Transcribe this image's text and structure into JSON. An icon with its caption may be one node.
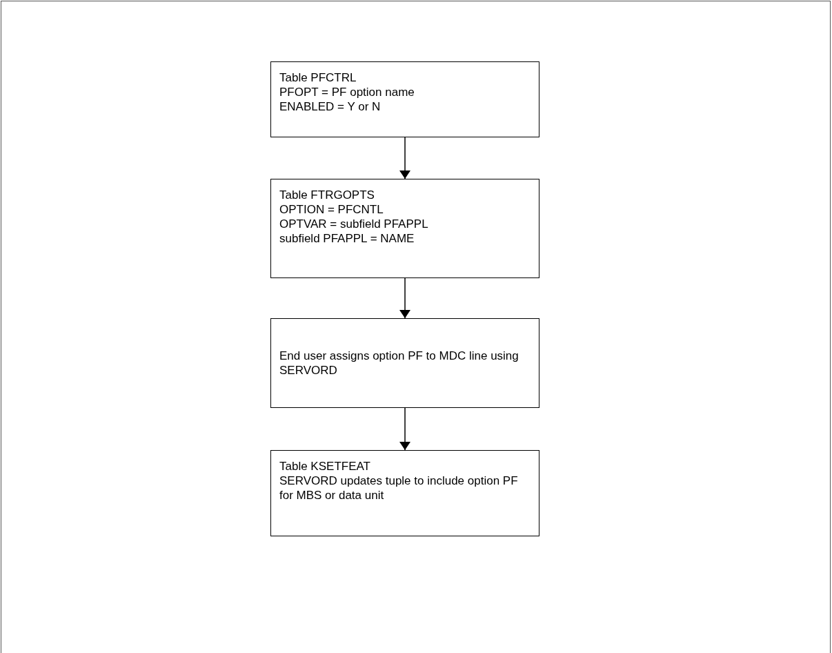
{
  "diagram": {
    "nodes": [
      {
        "text": [
          "Table PFCTRL",
          "PFOPT = PF option name",
          "ENABLED = Y or N"
        ]
      },
      {
        "text": [
          "Table FTRGOPTS",
          "OPTION = PFCNTL",
          "OPTVAR = subfield PFAPPL",
          "subfield PFAPPL = NAME"
        ]
      },
      {
        "text": [
          "End user assigns option PF to MDC line using SERVORD"
        ]
      },
      {
        "text": [
          "Table KSETFEAT",
          "SERVORD updates tuple to include option PF for MBS or data unit"
        ]
      }
    ],
    "edges": [
      {
        "from": 0,
        "to": 1,
        "arrow": "to"
      },
      {
        "from": 1,
        "to": 2,
        "arrow": "to"
      },
      {
        "from": 2,
        "to": 3,
        "arrow": "to"
      }
    ]
  }
}
